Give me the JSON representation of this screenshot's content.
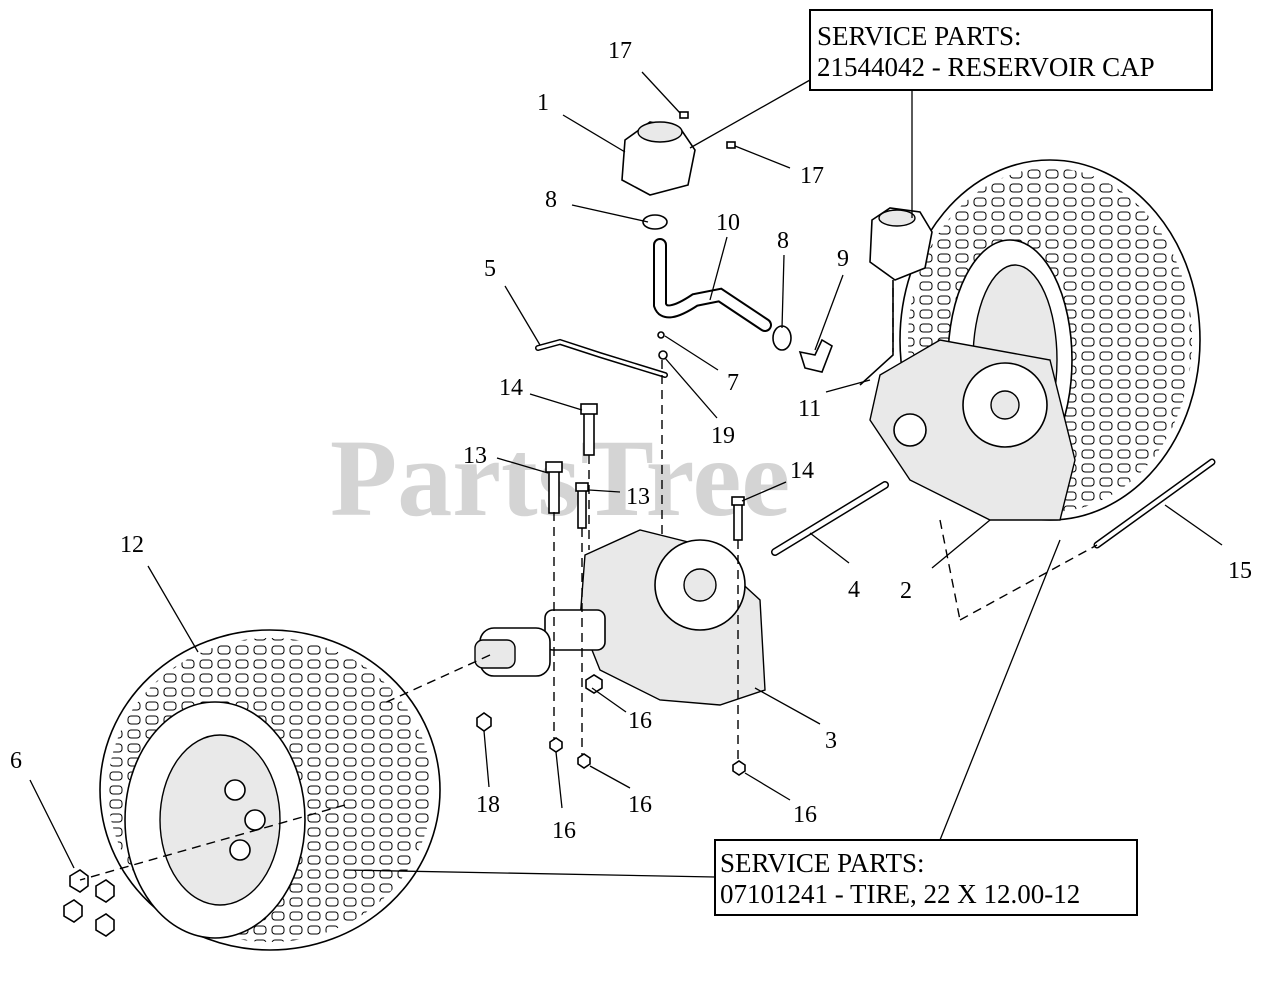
{
  "watermark": "PartsTree",
  "service_boxes": [
    {
      "line1": "SERVICE PARTS:",
      "line2": "21544042 - RESERVOIR CAP"
    },
    {
      "line1": "SERVICE PARTS:",
      "line2": "07101241 - TIRE, 22 X 12.00-12"
    }
  ],
  "callouts": [
    "17",
    "1",
    "17",
    "8",
    "10",
    "8",
    "9",
    "5",
    "7",
    "11",
    "14",
    "19",
    "13",
    "13",
    "14",
    "12",
    "4",
    "2",
    "15",
    "16",
    "3",
    "6",
    "18",
    "16",
    "16",
    "16"
  ]
}
